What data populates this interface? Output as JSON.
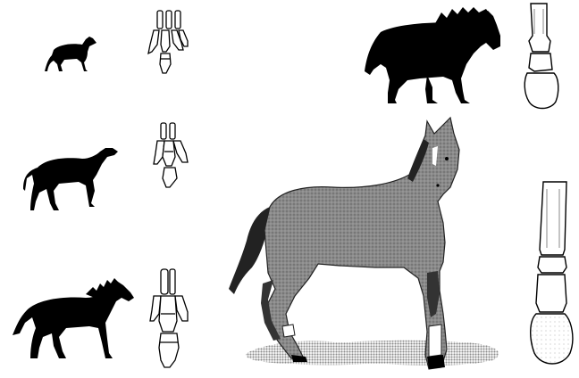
{
  "figure": {
    "subject": "horse-evolution",
    "colors": {
      "background": "#ffffff",
      "silhouette": "#000000",
      "modern_horse_body": "#7f7f7f",
      "modern_horse_mane": "#222222",
      "shadow": "#9a9a9a",
      "bone_fill": "#ffffff",
      "bone_stroke": "#000000"
    },
    "stages": [
      {
        "stage": 1,
        "silhouette_icon": "small-ancestor-horse-icon",
        "foot_icon": "four-toed-foot-bones-icon"
      },
      {
        "stage": 2,
        "silhouette_icon": "medium-ancestor-horse-icon",
        "foot_icon": "three-toed-foot-bones-icon"
      },
      {
        "stage": 3,
        "silhouette_icon": "large-ancestor-horse-icon",
        "foot_icon": "three-toed-foot-bones-icon"
      },
      {
        "stage": 4,
        "silhouette_icon": "equus-silhouette-icon",
        "foot_icon": "single-toed-foot-bones-icon"
      },
      {
        "stage": 5,
        "silhouette_icon": "modern-horse-illustration-icon",
        "foot_icon": "single-hoof-foot-bones-icon"
      }
    ]
  }
}
